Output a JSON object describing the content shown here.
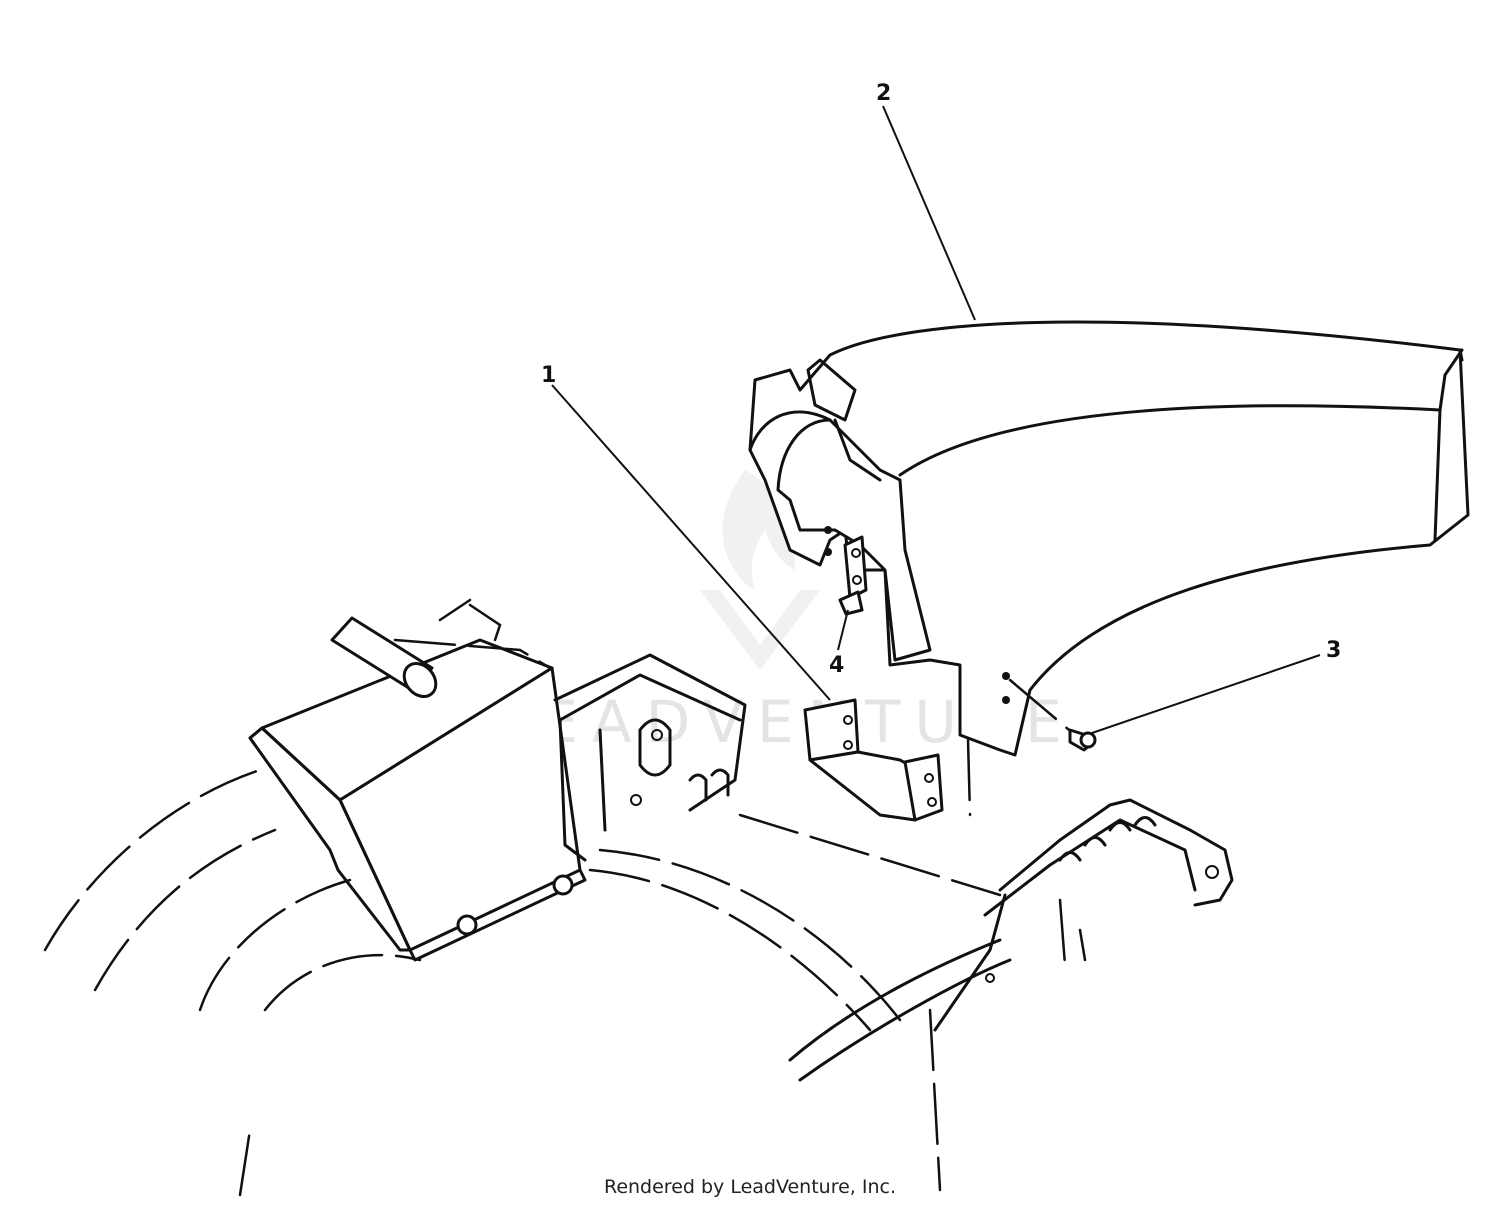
{
  "callouts": {
    "part_1": "1",
    "part_2": "2",
    "part_3": "3",
    "part_4": "4"
  },
  "watermark": {
    "text": "LEADVENTURE"
  },
  "credit": "Rendered by LeadVenture, Inc.",
  "colors": {
    "ink": "#111111",
    "background": "#ffffff",
    "watermark": "#cfcfcf"
  }
}
